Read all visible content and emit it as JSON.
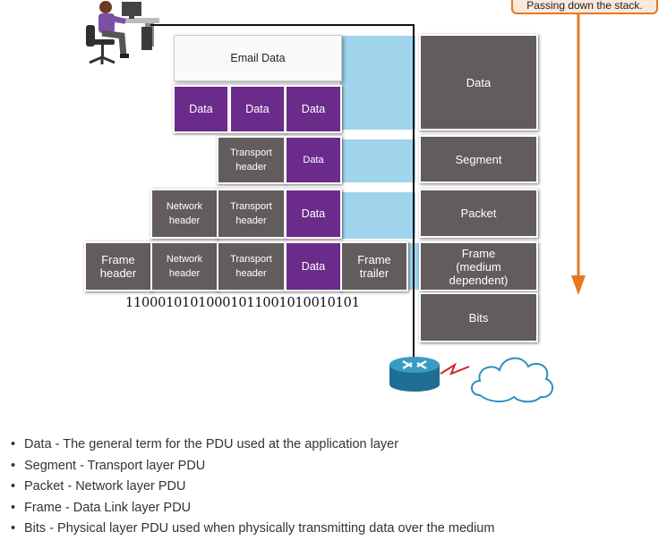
{
  "callout": {
    "text": "Passing down the stack.",
    "color": "#e8781e"
  },
  "email_box": {
    "label": "Email Data"
  },
  "app_row": {
    "segments": [
      "Data",
      "Data",
      "Data"
    ]
  },
  "transport_row": {
    "header": "Transport header",
    "data": "Data"
  },
  "network_row": {
    "network_header": "Network header",
    "transport_header": "Transport header",
    "data": "Data"
  },
  "frame_row": {
    "frame_header": "Frame header",
    "network_header": "Network header",
    "transport_header": "Transport header",
    "data": "Data",
    "frame_trailer": "Frame trailer"
  },
  "bits_text": "11000101010001011001010010101",
  "pdu_column": [
    "Data",
    "Segment",
    "Packet",
    "Frame (medium dependent)",
    "Bits"
  ],
  "definitions": [
    "Data - The general term for the PDU used at the application layer",
    "Segment - Transport layer PDU",
    "Packet - Network layer PDU",
    "Frame - Data Link layer PDU",
    "Bits - Physical layer PDU used when physically transmitting data over the medium"
  ],
  "colors": {
    "gray": "#625d5c",
    "purple": "#6b2b8b",
    "blue": "#9fd4ec",
    "orange": "#e8781e"
  }
}
